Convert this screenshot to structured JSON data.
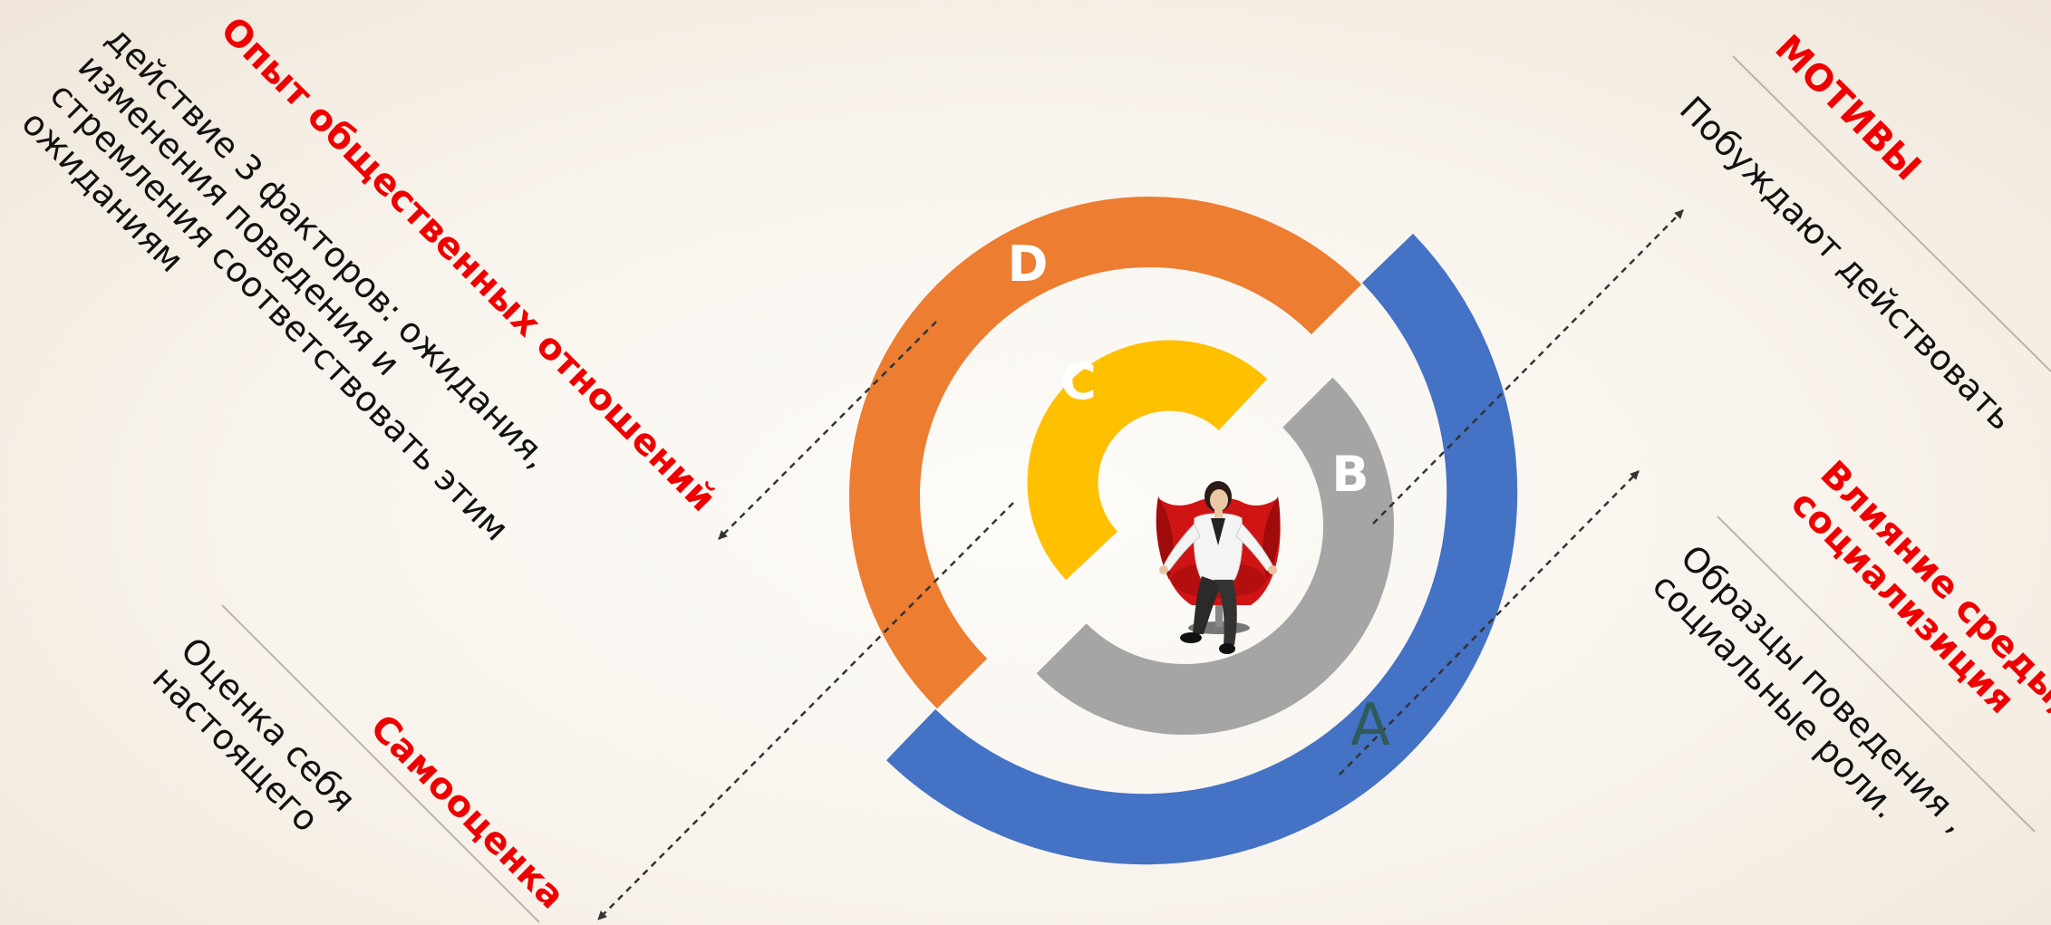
{
  "colors": {
    "ring_a": "#4472c4",
    "ring_b": "#a5a5a5",
    "ring_c": "#ffc000",
    "ring_d": "#ed7d31",
    "heading": "#ee0000",
    "body_text": "#111111"
  },
  "rings": {
    "a": "A",
    "b": "B",
    "c": "C",
    "d": "D"
  },
  "center_figure": "woman-in-red-armchair",
  "sections": {
    "social_experience": {
      "title": "Опыт общественных отношений",
      "text": [
        "действие 3 факторов: ожидания,",
        "изменения поведения и",
        "стремления соответствовать этим",
        "ожиданиям"
      ]
    },
    "motives": {
      "title": "МОТИВЫ",
      "text": [
        "Побуждают действовать"
      ]
    },
    "environment": {
      "title": [
        "Влияние среды,",
        "социализиция"
      ],
      "text": [
        "Образцы поведения ,",
        "социальные роли."
      ]
    },
    "self_esteem": {
      "title": "Самооценка",
      "text": [
        "Оценка себя",
        "настоящего"
      ]
    }
  }
}
